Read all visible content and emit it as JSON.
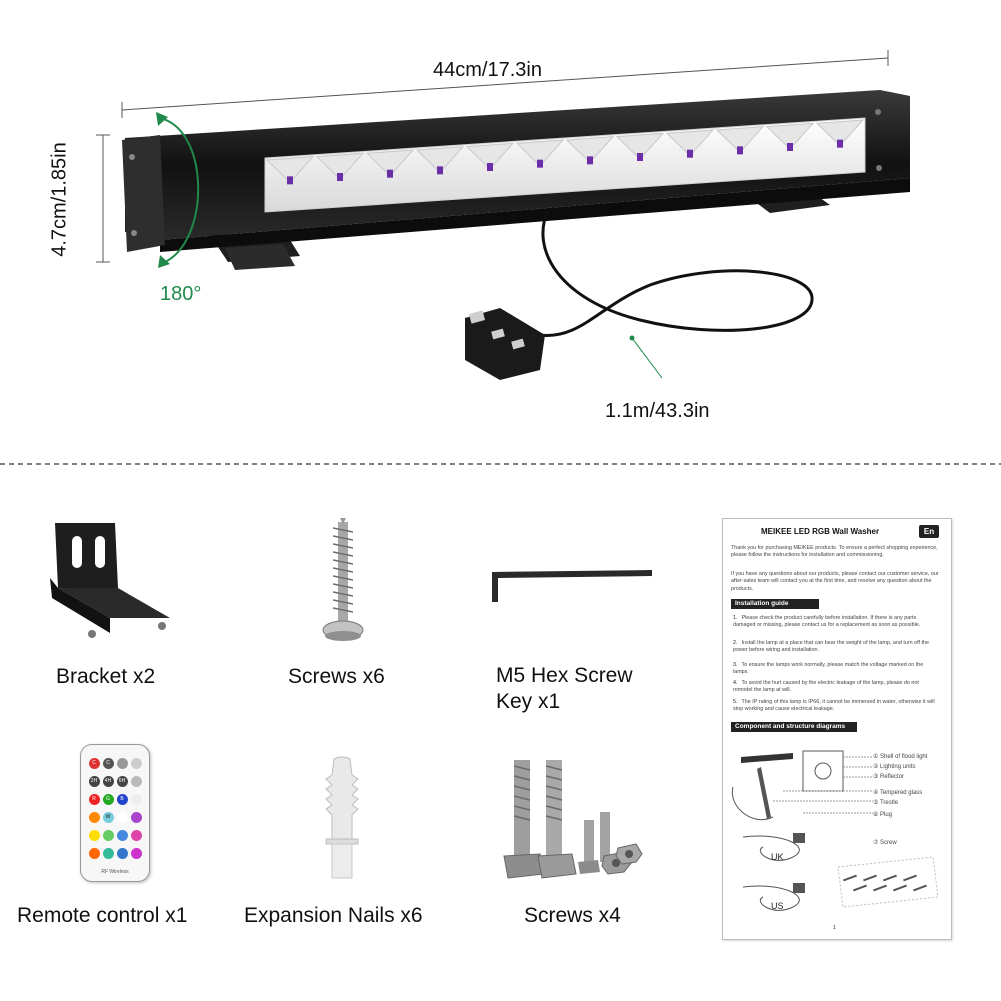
{
  "product": {
    "length": "44cm/17.3in",
    "height": "4.7cm/1.85in",
    "rotation": "180°",
    "cable": "1.1m/43.3in"
  },
  "accessories": [
    {
      "label": "Bracket x2"
    },
    {
      "label": "Screws x6"
    },
    {
      "label": "M5 Hex Screw\nKey x1"
    },
    {
      "label": "Remote control x1"
    },
    {
      "label": "Expansion Nails x6"
    },
    {
      "label": "Screws x4"
    }
  ],
  "remote": {
    "keys": [
      "C",
      "C",
      "",
      "",
      "2H",
      "4H",
      "6H",
      "",
      "R",
      "G",
      "B",
      "",
      "",
      "W",
      "",
      "",
      "",
      "",
      "",
      "",
      "",
      "",
      "",
      ""
    ],
    "brand": "RF Wireless"
  },
  "manual": {
    "title": "MEIKEE LED RGB Wall Washer",
    "lang": "En",
    "intro1": "Thank you for purchasing MEIKEE products. To ensure a perfect shopping experience, please follow the instructions for installation and commissioning.",
    "intro2": "If you have any questions about our products, please contact our customer service, our after-sales team will contact you at the first time, and resolve any question about the products.",
    "section1": "Installation guide",
    "steps": [
      {
        "n": "1.",
        "text": "Please check the product carefully before installation. If there is any parts damaged or missing, please contact us for a replacement as soon as possible."
      },
      {
        "n": "2.",
        "text": "Install the lamp at a place that can bear the weight of the lamp, and turn off the power before wiring and installation."
      },
      {
        "n": "3.",
        "text": "To ensure the lamps work normally, please match the voltage marked on the lamps."
      },
      {
        "n": "4.",
        "text": "To avoid the hurt caused by the electric leakage of the lamp, please do not remodel the lamp at will."
      },
      {
        "n": "5.",
        "text": "The IP rating of this lamp is IP66, it cannot be immersed in water, otherwise it will stop working and cause electrical leakage."
      }
    ],
    "section2": "Component and structure diagrams",
    "parts": [
      "① Shell of flood light",
      "② Lighting units",
      "③ Reflector",
      "④ Tempered glass",
      "⑤ Trestle",
      "⑥ Plug",
      "⑦ Screw"
    ],
    "uk": "UK",
    "us": "US",
    "page": "1"
  },
  "colors": {
    "accent_green": "#1f8a4c",
    "fixture_body": "#1b1b1b",
    "lens_purple": "#6a2fa8"
  }
}
